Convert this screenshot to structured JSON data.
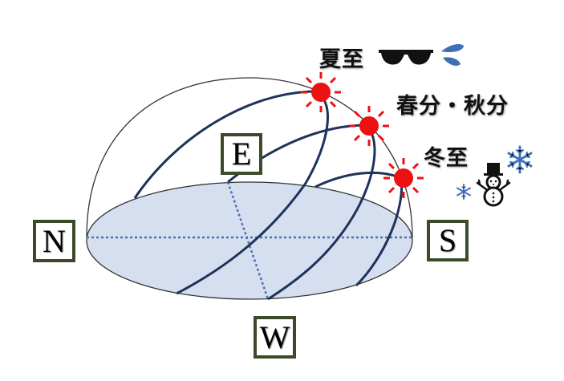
{
  "diagram": {
    "title": "",
    "directions": {
      "north": "N",
      "east": "E",
      "south": "S",
      "west": "W"
    },
    "seasons": {
      "summer_solstice": "夏至",
      "equinox": "春分・秋分",
      "winter_solstice": "冬至"
    },
    "icons": {
      "summer": [
        "sunglasses-icon",
        "sweat-drops-icon"
      ],
      "winter": [
        "snowman-icon",
        "snowflake-icon",
        "snowflake-icon"
      ],
      "sun": "sun-icon"
    },
    "colors": {
      "sun": "#ee1111",
      "sun_path": "#1e3359",
      "ground": "#d6dff0",
      "dotted_axis": "#4a72b0",
      "direction_box_border": "#3b4a2a",
      "snowflake": "#3f73b8",
      "sweat_drops": "#3f6fb5",
      "dome_outline": "#333333"
    }
  }
}
